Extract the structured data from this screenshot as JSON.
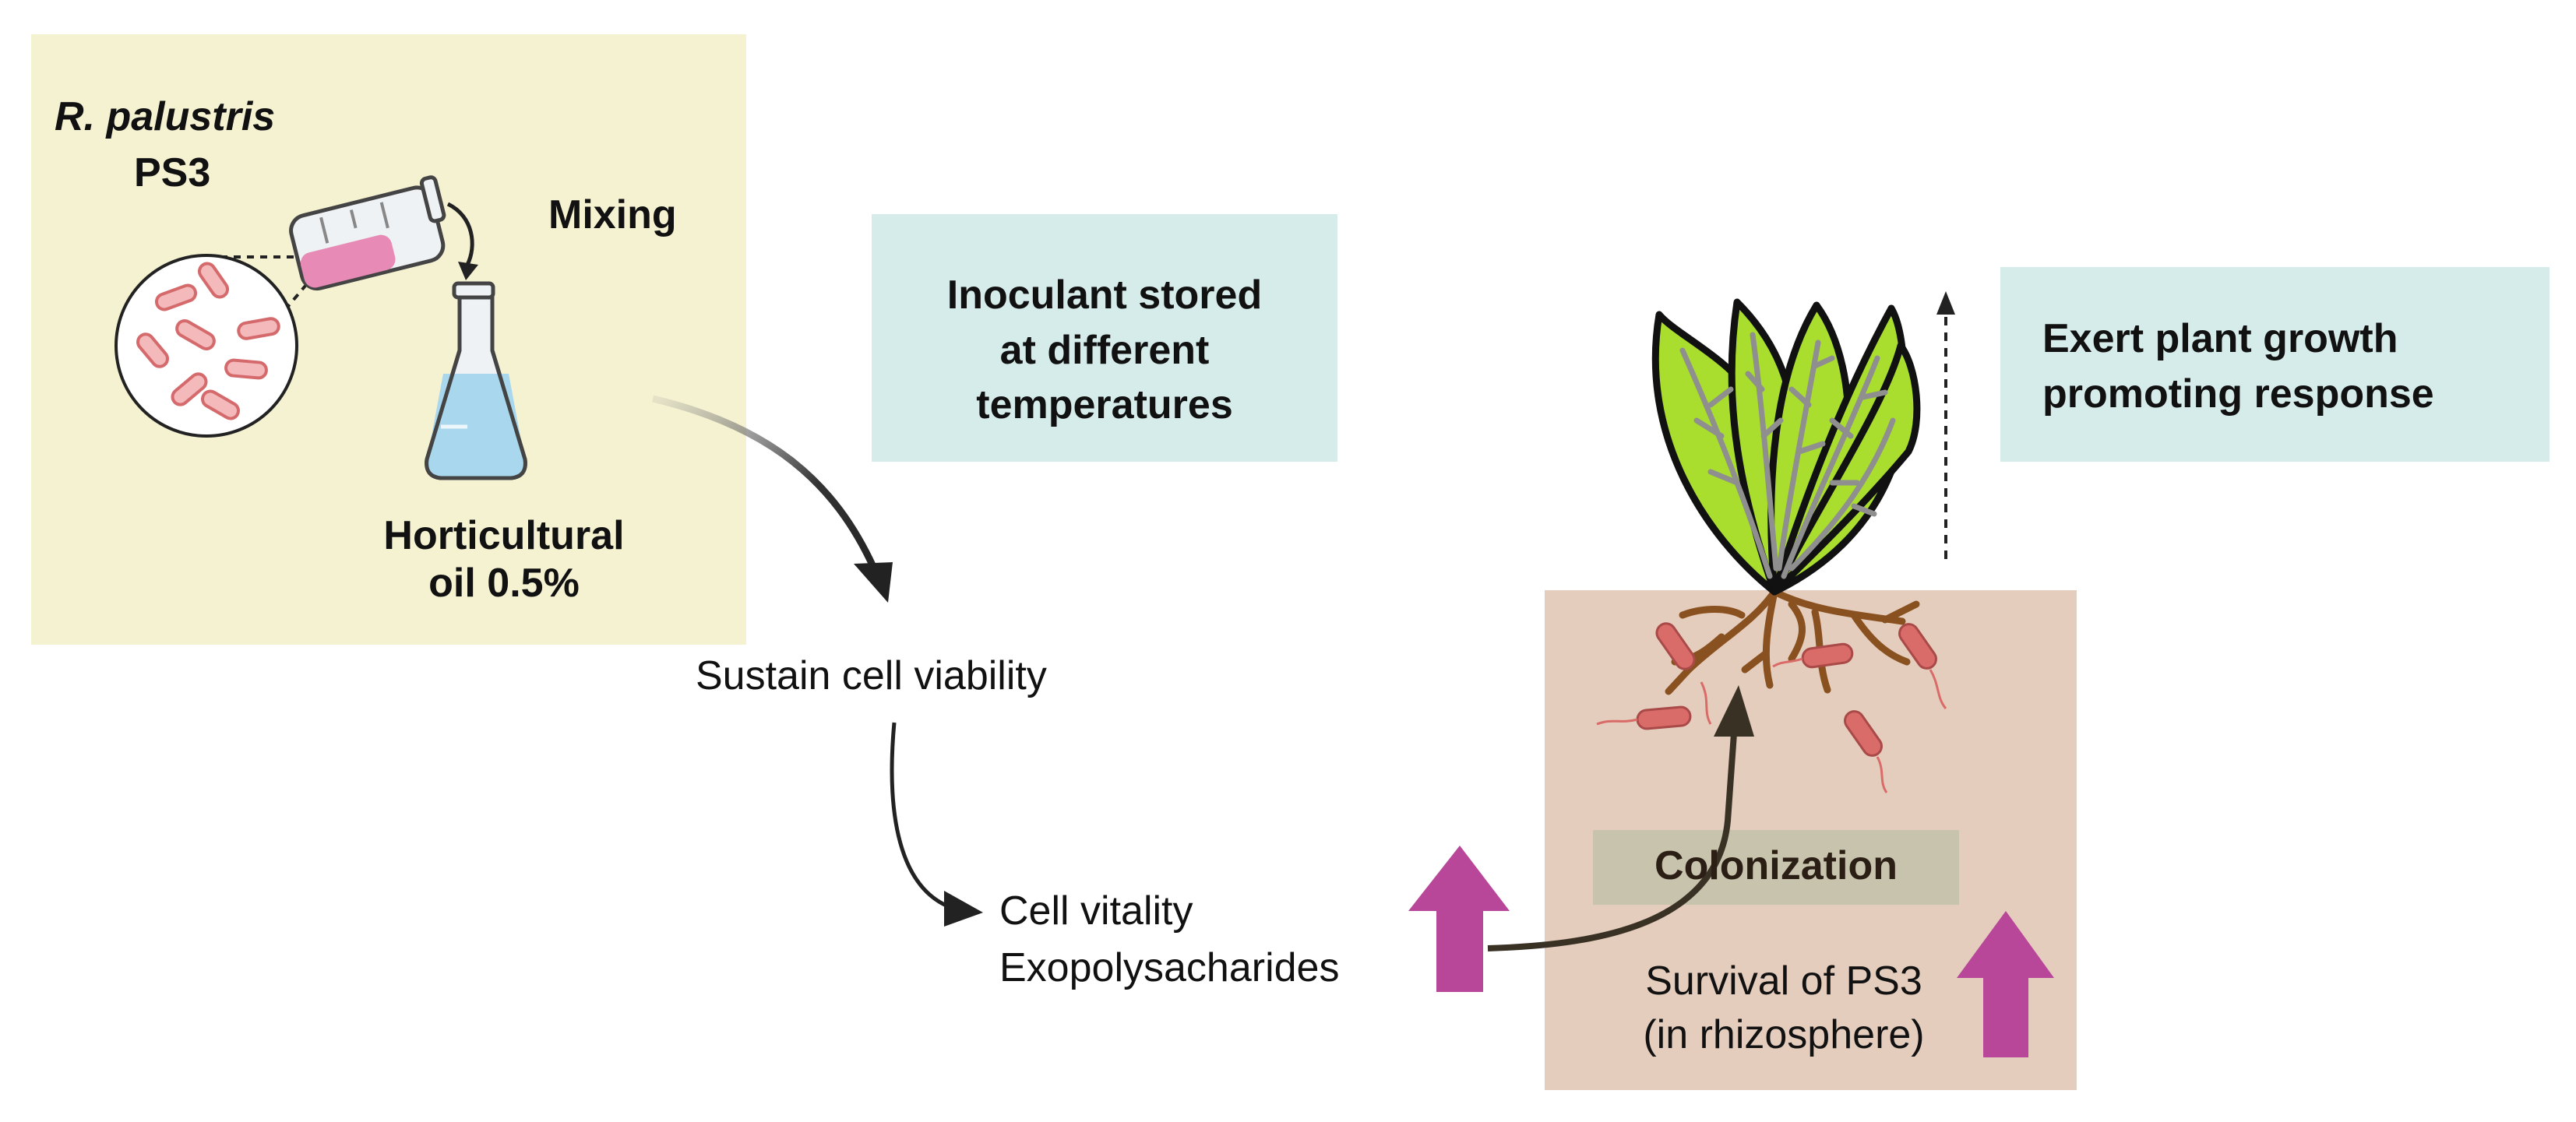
{
  "colors": {
    "left_panel": "#f5f2d2",
    "teal_box": "#d6ecea",
    "soil": "#e5cdbd",
    "colonization_bg": "#c8c3ad",
    "magenta_arrow": "#b8479a",
    "leaf": "#a9dd2e",
    "leaf_vein": "#8f8f8f",
    "root": "#8a5120",
    "bacteria": "#d96b68",
    "flask_liquid": "#a9d7ee",
    "beaker_liquid": "#e78ab5"
  },
  "icons": [
    "bacteria-magnified-circle-icon",
    "pouring-beaker-icon",
    "erlenmeyer-flask-icon",
    "plant-with-roots-icon",
    "rod-bacteria-icon",
    "up-arrow-icon"
  ],
  "labels": {
    "organism_name": "R. palustris",
    "organism_strain": "PS3",
    "mixing": "Mixing",
    "oil_line1": "Horticultural",
    "oil_line2": "oil 0.5%",
    "storage_line1": "Inoculant stored",
    "storage_line2": "at different",
    "storage_line3": "temperatures",
    "sustain": "Sustain cell viability",
    "vitality": "Cell vitality",
    "eps": "Exopolysacharides",
    "colonization": "Colonization",
    "survival_line1": "Survival of PS3",
    "survival_line2": "(in rhizosphere)",
    "response_line1": "Exert plant growth",
    "response_line2": "promoting response"
  }
}
